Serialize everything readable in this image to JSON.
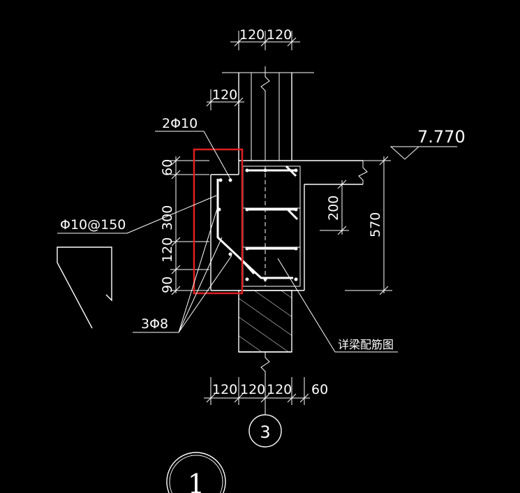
{
  "drawing": {
    "background": "#000000",
    "line_color": "#ffffff",
    "highlight_color": "#e02020",
    "dims_top": [
      "120",
      "120"
    ],
    "dim_ledge": "120",
    "label_top_bars": "2Φ10",
    "label_stirrup": "Φ10@150",
    "label_bottom_bars": "3Φ8",
    "elevation": "7.770",
    "dims_left": [
      "60",
      "300",
      "120",
      "90"
    ],
    "dim_200": "200",
    "dim_570": "570",
    "detail_note": "详梁配筋图",
    "dims_bottom": [
      "120",
      "120",
      "120",
      "60"
    ],
    "grid_axis": "3",
    "detail_number": "1"
  }
}
